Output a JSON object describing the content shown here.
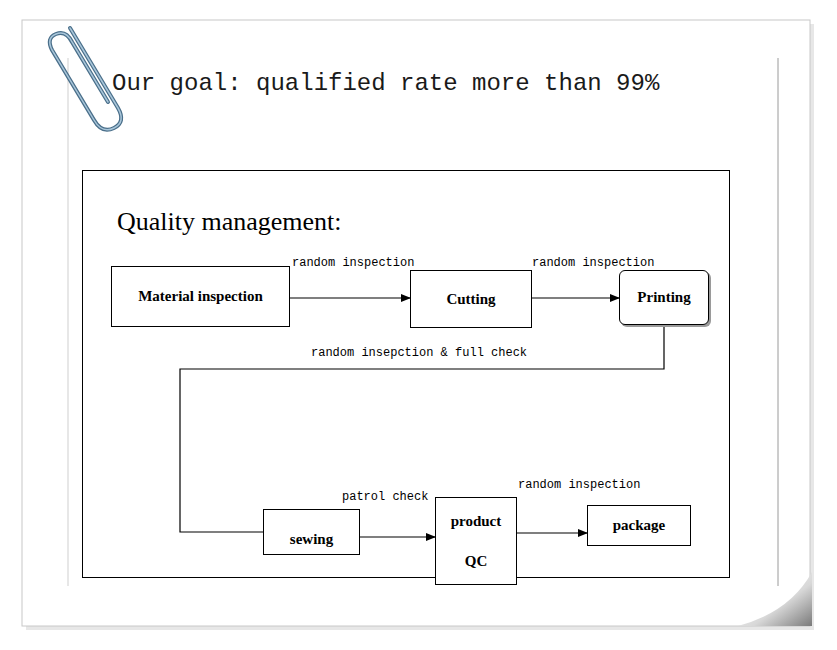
{
  "diagram": {
    "title": "Our goal: qualified rate more than 99%",
    "nodes": [
      {
        "text": [
          "Quality management:"
        ]
      },
      {
        "text": [
          "Material inspection"
        ],
        "in": 0
      },
      {
        "text": [
          "Cutting"
        ],
        "in": 0
      },
      {
        "text": [
          "Printing"
        ],
        "in": 0
      },
      {
        "text": [
          "sewing"
        ],
        "in": 0
      },
      {
        "text": [
          "product QC"
        ],
        "in": 0
      },
      {
        "text": [
          "package"
        ],
        "in": 0
      }
    ],
    "edges": [
      {
        "from": 1,
        "to": 2,
        "label": "random inspection",
        "arrow": "to"
      },
      {
        "from": 2,
        "to": 3,
        "label": "random inspection",
        "arrow": "to"
      },
      {
        "from": 3,
        "to": 4,
        "label": "random insepction & full check",
        "arrow": "none"
      },
      {
        "from": 4,
        "to": 5,
        "label": "patrol check",
        "arrow": "to"
      },
      {
        "from": 5,
        "to": 6,
        "label": "random inspection",
        "arrow": "to"
      }
    ]
  }
}
